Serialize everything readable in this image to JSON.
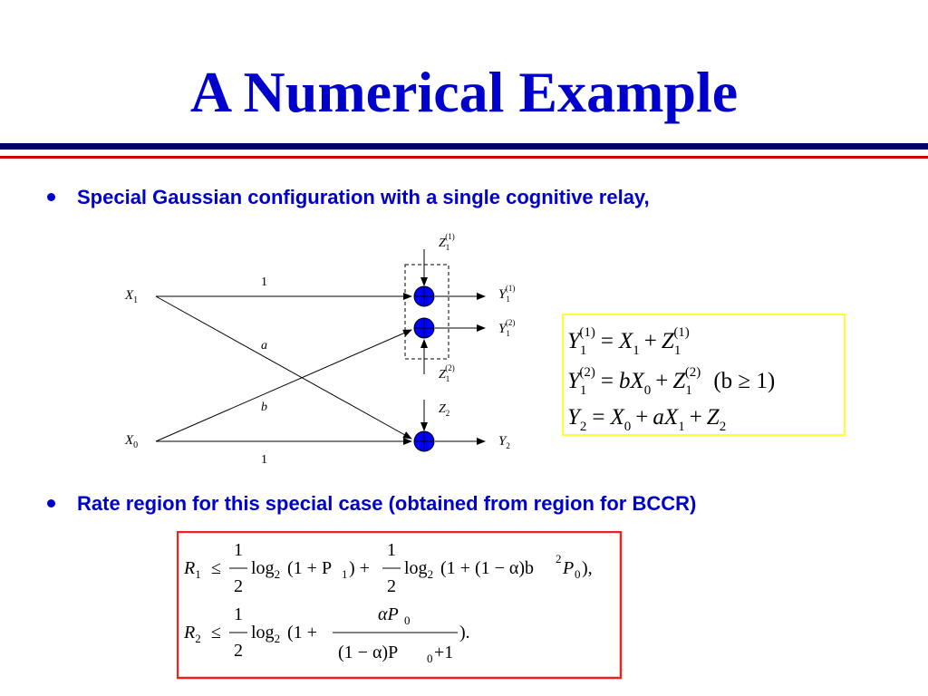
{
  "slide": {
    "title": "A Numerical Example",
    "bullet1": "Special Gaussian configuration with a single cognitive relay,",
    "bullet2": "Rate region for this special case (obtained from region for BCCR)"
  },
  "diagram": {
    "inputs": [
      "X",
      "X"
    ],
    "input_subscripts": [
      "1",
      "0"
    ],
    "edge_labels": {
      "top": "1",
      "bottom": "1",
      "cross_down": "a",
      "cross_up": "b"
    },
    "noise": {
      "z1_1": {
        "base": "Z",
        "sub": "1",
        "sup": "(1)"
      },
      "z1_2": {
        "base": "Z",
        "sub": "1",
        "sup": "(2)"
      },
      "z2": {
        "base": "Z",
        "sub": "2"
      }
    },
    "outputs": {
      "y1_1": {
        "base": "Y",
        "sub": "1",
        "sup": "(1)"
      },
      "y1_2": {
        "base": "Y",
        "sub": "1",
        "sup": "(2)"
      },
      "y2": {
        "base": "Y",
        "sub": "2"
      }
    }
  },
  "equations_box": {
    "border_color": "#ffff33",
    "eq1": {
      "lhs": "Y",
      "lhs_sub": "1",
      "lhs_sup": "(1)",
      "rhs": "= X",
      "rhs_sub": "1",
      "rhs_tail": " + Z",
      "tail_sub": "1",
      "tail_sup": "(1)"
    },
    "eq2": {
      "lhs": "Y",
      "lhs_sub": "1",
      "lhs_sup": "(2)",
      "rhs": "= bX",
      "rhs_sub": "0",
      "rhs_tail": " + Z",
      "tail_sub": "1",
      "tail_sup": "(2)",
      "condition": "(b ≥ 1)"
    },
    "eq3": {
      "text": "Y",
      "sub": "2",
      "rhs": "= X",
      "rhs_sub": "0",
      "mid": " + aX",
      "mid_sub": "1",
      "tail": " + Z",
      "tail_sub": "2"
    }
  },
  "rate_box": {
    "border_color": "#ee2222",
    "r1": {
      "lhs": "R",
      "lhs_sub": "1",
      "leq": "≤",
      "frac_num": "1",
      "frac_den": "2",
      "log": "log",
      "log_sub": "2",
      "arg1": "(1 + P",
      "arg1_sub": "1",
      "arg1_end": ") +",
      "arg2": "(1 + (1 − α)b",
      "arg2_sup": "2",
      "arg2_p": "P",
      "arg2_sub": "0",
      "arg2_end": "),"
    },
    "r2": {
      "lhs": "R",
      "lhs_sub": "2",
      "leq": "≤",
      "frac_num": "1",
      "frac_den": "2",
      "log": "log",
      "log_sub": "2",
      "arg": "(1 +",
      "num": "αP",
      "num_sub": "0",
      "den": "(1 − α)P",
      "den_sub": "0",
      "den_end": "+1",
      "end": ")."
    }
  },
  "colors": {
    "title": "#0000cc",
    "node_fill": "#0000ff",
    "rule_blue": "#000066",
    "rule_red": "#cc0000"
  }
}
